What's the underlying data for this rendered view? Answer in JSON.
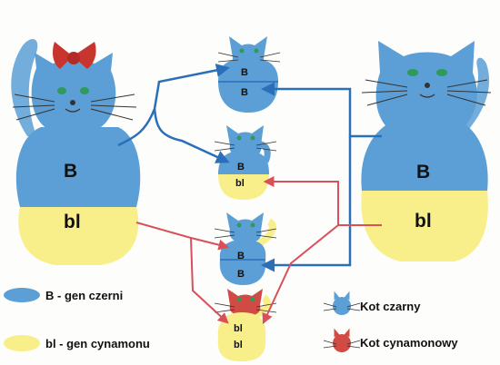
{
  "colors": {
    "blue": "#5b9fd6",
    "blue_dark": "#2a6fb8",
    "yellow": "#f8ef8a",
    "red_arrow": "#d9505a",
    "bow": "#c8352f",
    "cinnamon": "#d24a44",
    "eye": "#2f9a5a"
  },
  "mother": {
    "top_gene": "B",
    "bottom_gene": "bl"
  },
  "father": {
    "top_gene": "B",
    "bottom_gene": "bl"
  },
  "kittens": [
    {
      "top_gene": "B",
      "bottom_gene": "B",
      "color": "blue"
    },
    {
      "top_gene": "B",
      "bottom_gene": "bl",
      "color": "blue"
    },
    {
      "top_gene": "B",
      "bottom_gene": "B",
      "color": "blue"
    },
    {
      "top_gene": "bl",
      "bottom_gene": "bl",
      "color": "cinnamon"
    }
  ],
  "legend": {
    "gene_black": "B - gen czerni",
    "gene_cinnamon": "bl - gen cynamonu",
    "cat_black": "Kot czarny",
    "cat_cinnamon": "Kot cynamonowy"
  }
}
